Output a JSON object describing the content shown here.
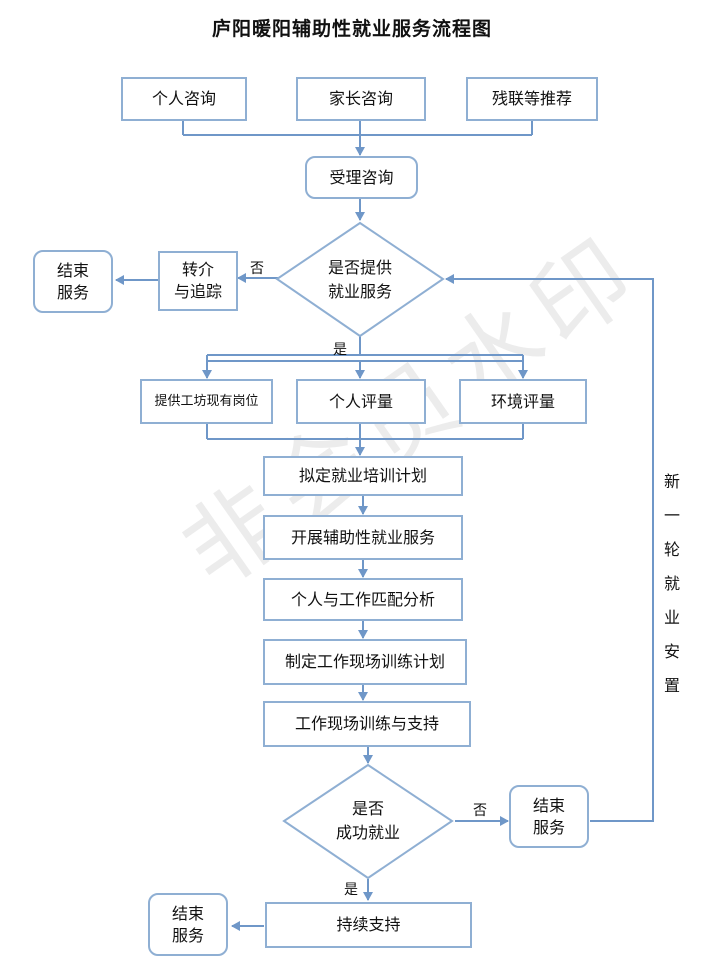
{
  "title": "庐阳暖阳辅助性就业服务流程图",
  "watermark": "非会员水印",
  "nodes": {
    "personal_consult": "个人咨询",
    "parent_consult": "家长咨询",
    "disability_recommend": "残联等推荐",
    "accept_consult": "受理咨询",
    "decision_provide": "是否提供\n就业服务",
    "referral": "转介\n与追踪",
    "end_top": "结束\n服务",
    "provide_workshop": "提供工坊现有岗位",
    "personal_assess": "个人评量",
    "env_assess": "环境评量",
    "plan_training": "拟定就业培训计划",
    "carry_out": "开展辅助性就业服务",
    "match_analysis": "个人与工作匹配分析",
    "onsite_plan": "制定工作现场训练计划",
    "onsite_training": "工作现场训练与支持",
    "decision_success": "是否\n成功就业",
    "end_right": "结束\n服务",
    "ongoing_support": "持续支持",
    "end_bottom": "结束\n服务"
  },
  "labels": {
    "no_top": "否",
    "yes_top": "是",
    "no_bottom": "否",
    "yes_bottom": "是",
    "new_round": "新\n一\n轮\n就\n业\n安\n置"
  },
  "colors": {
    "line": "#6f97c8",
    "box_border": "#8fafd3"
  }
}
